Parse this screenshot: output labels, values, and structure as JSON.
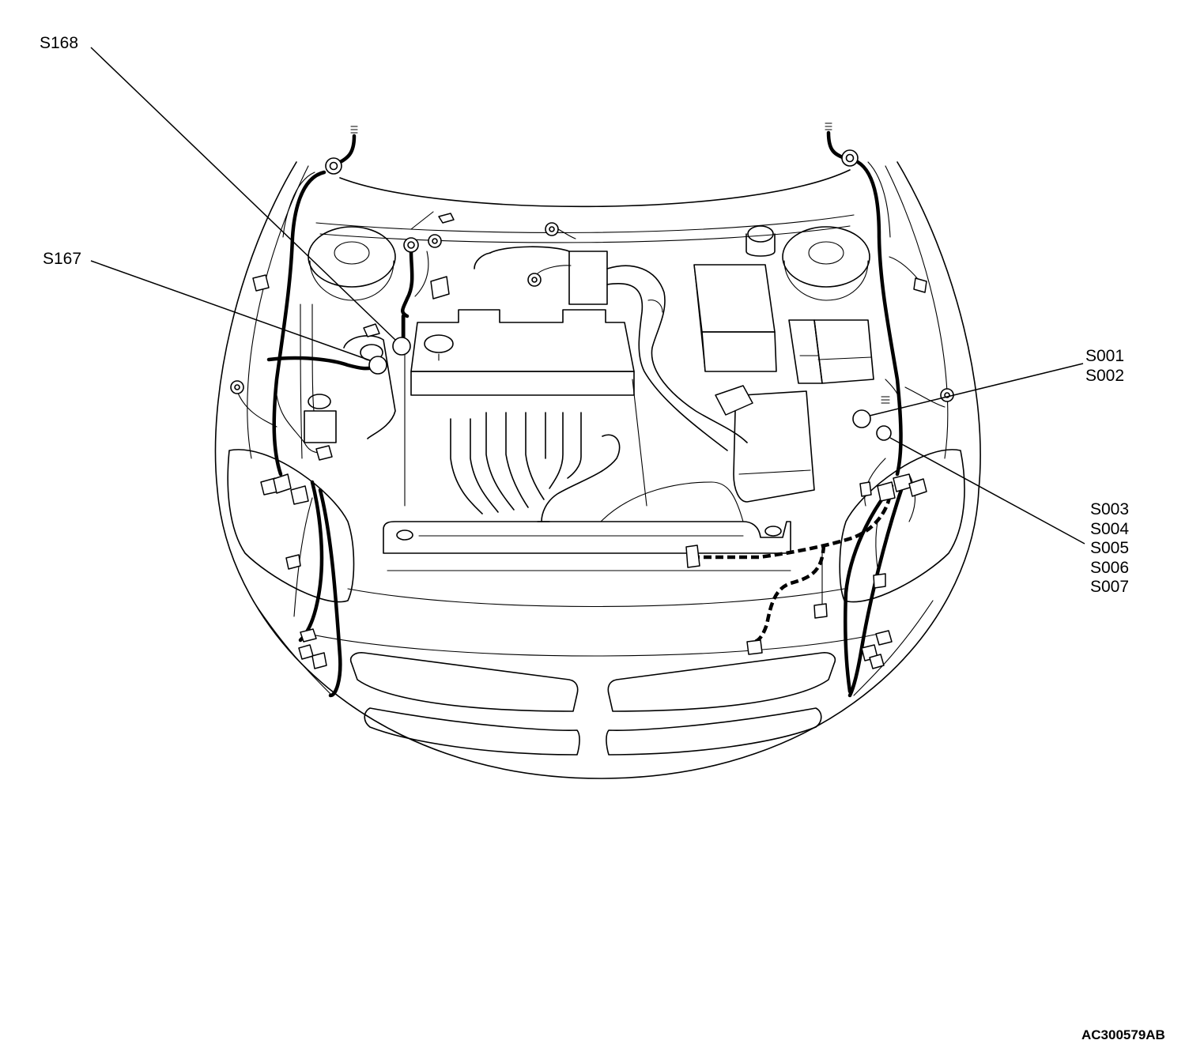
{
  "callouts": {
    "s168": [
      "S168"
    ],
    "s167": [
      "S167"
    ],
    "s001_group": [
      "S001",
      "S002"
    ],
    "s003_group": [
      "S003",
      "S004",
      "S005",
      "S006",
      "S007"
    ]
  },
  "reference_code": "AC300579AB"
}
